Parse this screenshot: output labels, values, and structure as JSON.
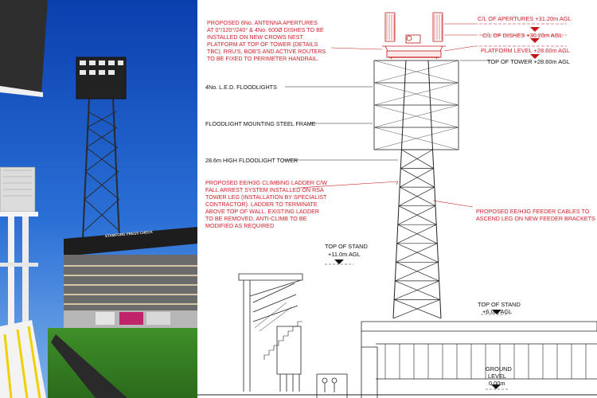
{
  "photo": {
    "stand_sign": "STAMFORD PRESS CHECK"
  },
  "drawing": {
    "annotations": {
      "antenna_note": [
        "PROPOSED 6No. ANTENNA APERTURES",
        "AT 0°/120°/240° & 4No. 600Ø DISHES TO BE",
        "INSTALLED ON NEW CROWS NEST",
        "PLATFORM AT TOP OF TOWER (DETAILS",
        "TBC). RRU'S, BOB'S AND ACTIVE ROUTERS",
        "TO BE FIXED TO PERIMETER HANDRAIL."
      ],
      "floodlights": "4No. L.E.D. FLOODLIGHTS",
      "mounting_frame": "FLOODLIGHT MOUNTING STEEL FRAME",
      "tower": "28.6m HIGH FLOODLIGHT TOWER",
      "ladder_note": [
        "PROPOSED EE/H3G CLIMBING LADDER C/W",
        "FALL ARREST SYSTEM INSTALLED ON RSA",
        "TOWER LEG (INSTALLATION BY SPECIALIST",
        "CONTRACTOR). LADDER TO TERMINATE",
        "ABOVE TOP OF WALL. EXISTING LADDER",
        "TO BE REMOVED. ANTI-CLIMB TO BE",
        "MODIFIED AS REQUIRED"
      ],
      "feeder_note": [
        "PROPOSED EE/H3G FEEDER CABLES TO",
        "ASCEND LEG ON NEW FEEDER BRACKETS"
      ]
    },
    "levels": {
      "apertures": "C/L OF APERTURES +31.20m AGL",
      "dishes": "C/L OF DISHES +30.20m AGL",
      "platform": "PLATFORM LEVEL +28.60m AGL",
      "top_tower": "TOP OF TOWER +28.60m AGL",
      "stand_left_title": "TOP OF STAND",
      "stand_left_value": "+11.0m AGL",
      "stand_right_title": "TOP OF STAND",
      "stand_right_value": "+6.0m AGL",
      "ground_title": "GROUND",
      "ground_sub": "LEVEL",
      "ground_value": "0.00m"
    }
  }
}
